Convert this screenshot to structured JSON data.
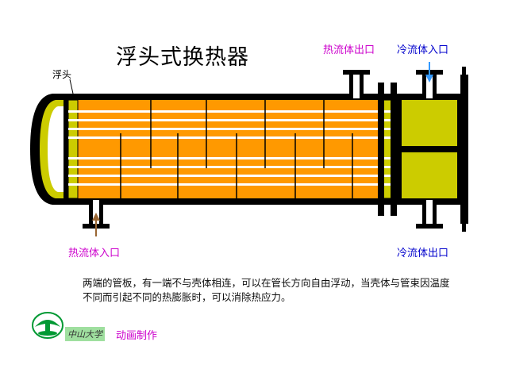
{
  "title": "浮头式换热器",
  "labels": {
    "floating_head": "浮头",
    "hot_outlet": "热流体出口",
    "cold_inlet": "冷流体入口",
    "hot_inlet": "热流体入口",
    "cold_outlet": "冷流体出口"
  },
  "description": "两端的管板，有一端不与壳体相连，可以在管长方向自由浮动，当壳体与管束因温度不同而引起不同的热膨胀时，可以消除热应力。",
  "footer": {
    "university": "中山大学",
    "credit": "动画制作"
  },
  "colors": {
    "shell_fluid": "#ff9900",
    "tubes": "#ffffff",
    "channel": "#cccc00",
    "outline": "#000000",
    "hot_label": "#cc00cc",
    "cold_label": "#0000cc",
    "hot_arrow": "#996633",
    "cold_arrow": "#3399ff"
  }
}
